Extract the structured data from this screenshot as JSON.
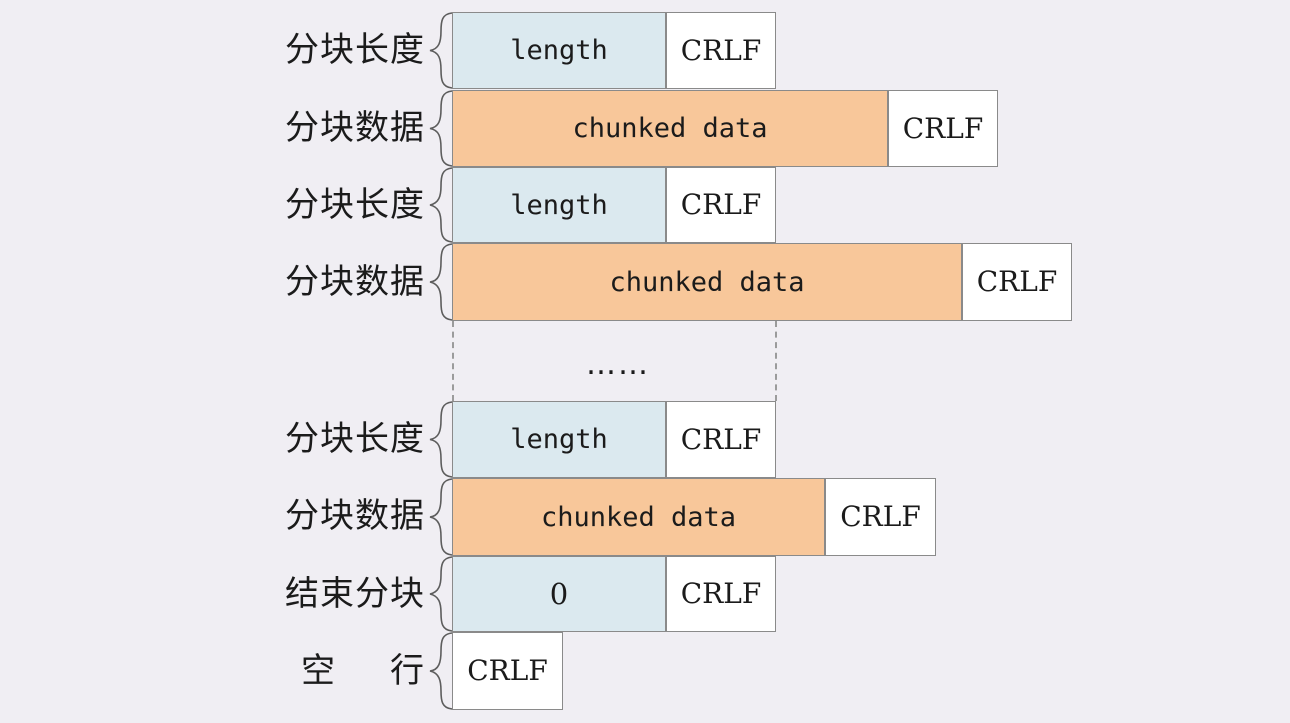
{
  "diagram": {
    "title": "HTTP chunked transfer encoding structure",
    "background_color": "#f0eef3",
    "colors": {
      "length_fill": "#dbe9ef",
      "data_fill": "#f8c79a",
      "crlf_fill": "#ffffff",
      "border": "#8a8a8a",
      "brace": "#5d5d5d",
      "dashed": "#9b9b9b",
      "text": "#1b1b1b"
    },
    "ellipsis": "……",
    "rows": [
      {
        "label": "分块长度",
        "kind": "length",
        "value": "length",
        "crlf": "CRLF"
      },
      {
        "label": "分块数据",
        "kind": "data",
        "value": "chunked data",
        "crlf": "CRLF"
      },
      {
        "label": "分块长度",
        "kind": "length",
        "value": "length",
        "crlf": "CRLF"
      },
      {
        "label": "分块数据",
        "kind": "data",
        "value": "chunked data",
        "crlf": "CRLF"
      },
      {
        "label": "分块长度",
        "kind": "length",
        "value": "length",
        "crlf": "CRLF"
      },
      {
        "label": "分块数据",
        "kind": "data",
        "value": "chunked data",
        "crlf": "CRLF"
      },
      {
        "label": "结束分块",
        "kind": "terminator",
        "value": "0",
        "crlf": "CRLF"
      },
      {
        "label_part1": "空",
        "label_part2": "行",
        "kind": "blank-line",
        "value": "",
        "crlf": "CRLF"
      }
    ]
  }
}
